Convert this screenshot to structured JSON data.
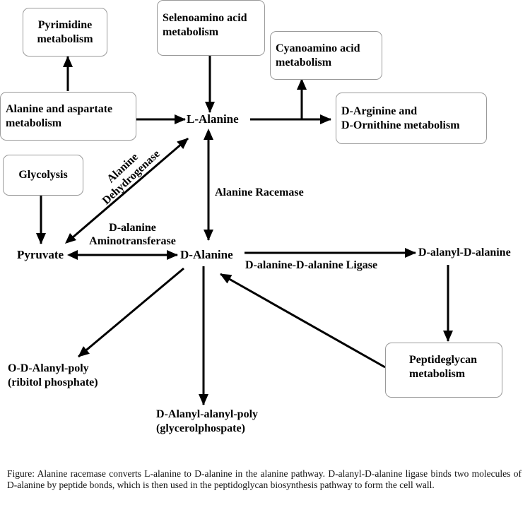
{
  "boxes": {
    "pyrimidine": [
      "Pyrimidine",
      "metabolism"
    ],
    "selenoamino": [
      "Selenoamino acid",
      "metabolism"
    ],
    "cyanoamino": [
      "Cyanoamino acid",
      "metabolism"
    ],
    "alanine_aspartate": [
      "Alanine and aspartate",
      "metabolism"
    ],
    "arginine_ornithine": [
      "D-Arginine and",
      "D-Ornithine metabolism"
    ],
    "glycolysis": [
      "Glycolysis"
    ],
    "peptidoglycan": [
      "Peptideglycan",
      "metabolism"
    ]
  },
  "nodes": {
    "l_alanine": "L-Alanine",
    "d_alanine": "D-Alanine",
    "pyruvate": "Pyruvate",
    "d_alanyl_d_alanine": "D-alanyl-D-alanine",
    "o_d_alanyl": [
      "O-D-Alanyl-poly",
      "(ribitol phosphate)"
    ],
    "d_alanyl_alanyl": [
      "D-Alanyl-alanyl-poly",
      "(glycerolphospate)"
    ]
  },
  "enzymes": {
    "alanine_dehydrogenase": [
      "Alanine",
      "Dehydrogenase"
    ],
    "alanine_racemase": "Alanine Racemase",
    "d_alanine_aminotransferase": [
      "D-alanine",
      "Aminotransferase"
    ],
    "ligase": "D-alanine-D-alanine Ligase"
  },
  "caption": "Figure:  Alanine racemase converts L-alanine to D-alanine in the alanine pathway. D-alanyl-D-alanine ligase binds two molecules of D-alanine by peptide bonds, which is then used in the peptidoglycan biosynthesis pathway to form the cell wall."
}
